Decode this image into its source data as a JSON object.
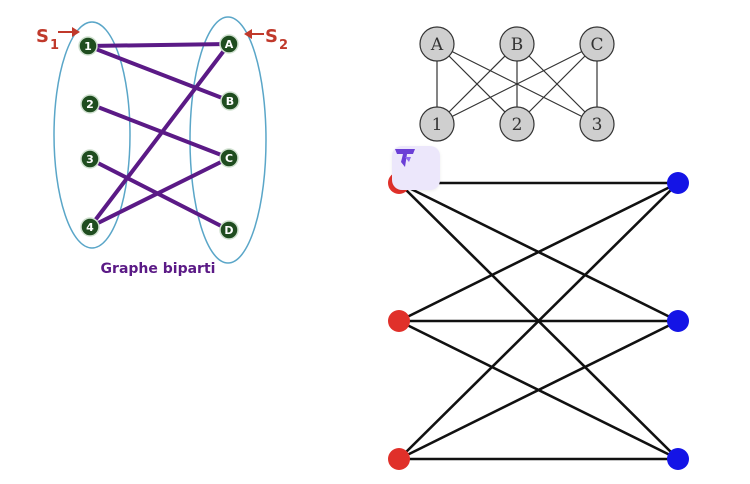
{
  "left_diagram": {
    "set1_label": {
      "letter": "S",
      "index": "1"
    },
    "set2_label": {
      "letter": "S",
      "index": "2"
    },
    "left_nodes": [
      "1",
      "2",
      "3",
      "4"
    ],
    "right_nodes": [
      "A",
      "B",
      "C",
      "D"
    ],
    "edges": [
      [
        "1",
        "A"
      ],
      [
        "1",
        "B"
      ],
      [
        "2",
        "C"
      ],
      [
        "3",
        "D"
      ],
      [
        "4",
        "A"
      ],
      [
        "4",
        "C"
      ]
    ],
    "caption": "Graphe biparti",
    "colors": {
      "node_fill": "#1f4d1f",
      "node_stroke": "#cfe0cf",
      "edge": "#5b1a86",
      "ellipse": "#5aa6c8",
      "arrow": "#c0392b",
      "caption": "#5b1a86"
    }
  },
  "top_right_diagram": {
    "top_nodes": [
      "A",
      "B",
      "C"
    ],
    "bottom_nodes": [
      "1",
      "2",
      "3"
    ],
    "edges": [
      [
        "A",
        "1"
      ],
      [
        "A",
        "2"
      ],
      [
        "A",
        "3"
      ],
      [
        "B",
        "1"
      ],
      [
        "B",
        "2"
      ],
      [
        "B",
        "3"
      ],
      [
        "C",
        "1"
      ],
      [
        "C",
        "2"
      ],
      [
        "C",
        "3"
      ]
    ],
    "colors": {
      "node_fill": "#cfcfcf",
      "node_stroke": "#333333",
      "edge": "#333333"
    }
  },
  "bottom_right_diagram": {
    "left_node_count": 3,
    "right_node_count": 3,
    "complete": true,
    "colors": {
      "left_node": "#e0302a",
      "right_node": "#1414e6",
      "edge": "#111111"
    }
  },
  "overlay": {
    "icon": "app-logo-icon",
    "background": "#ece7fb",
    "color": "#6b3fd6"
  }
}
